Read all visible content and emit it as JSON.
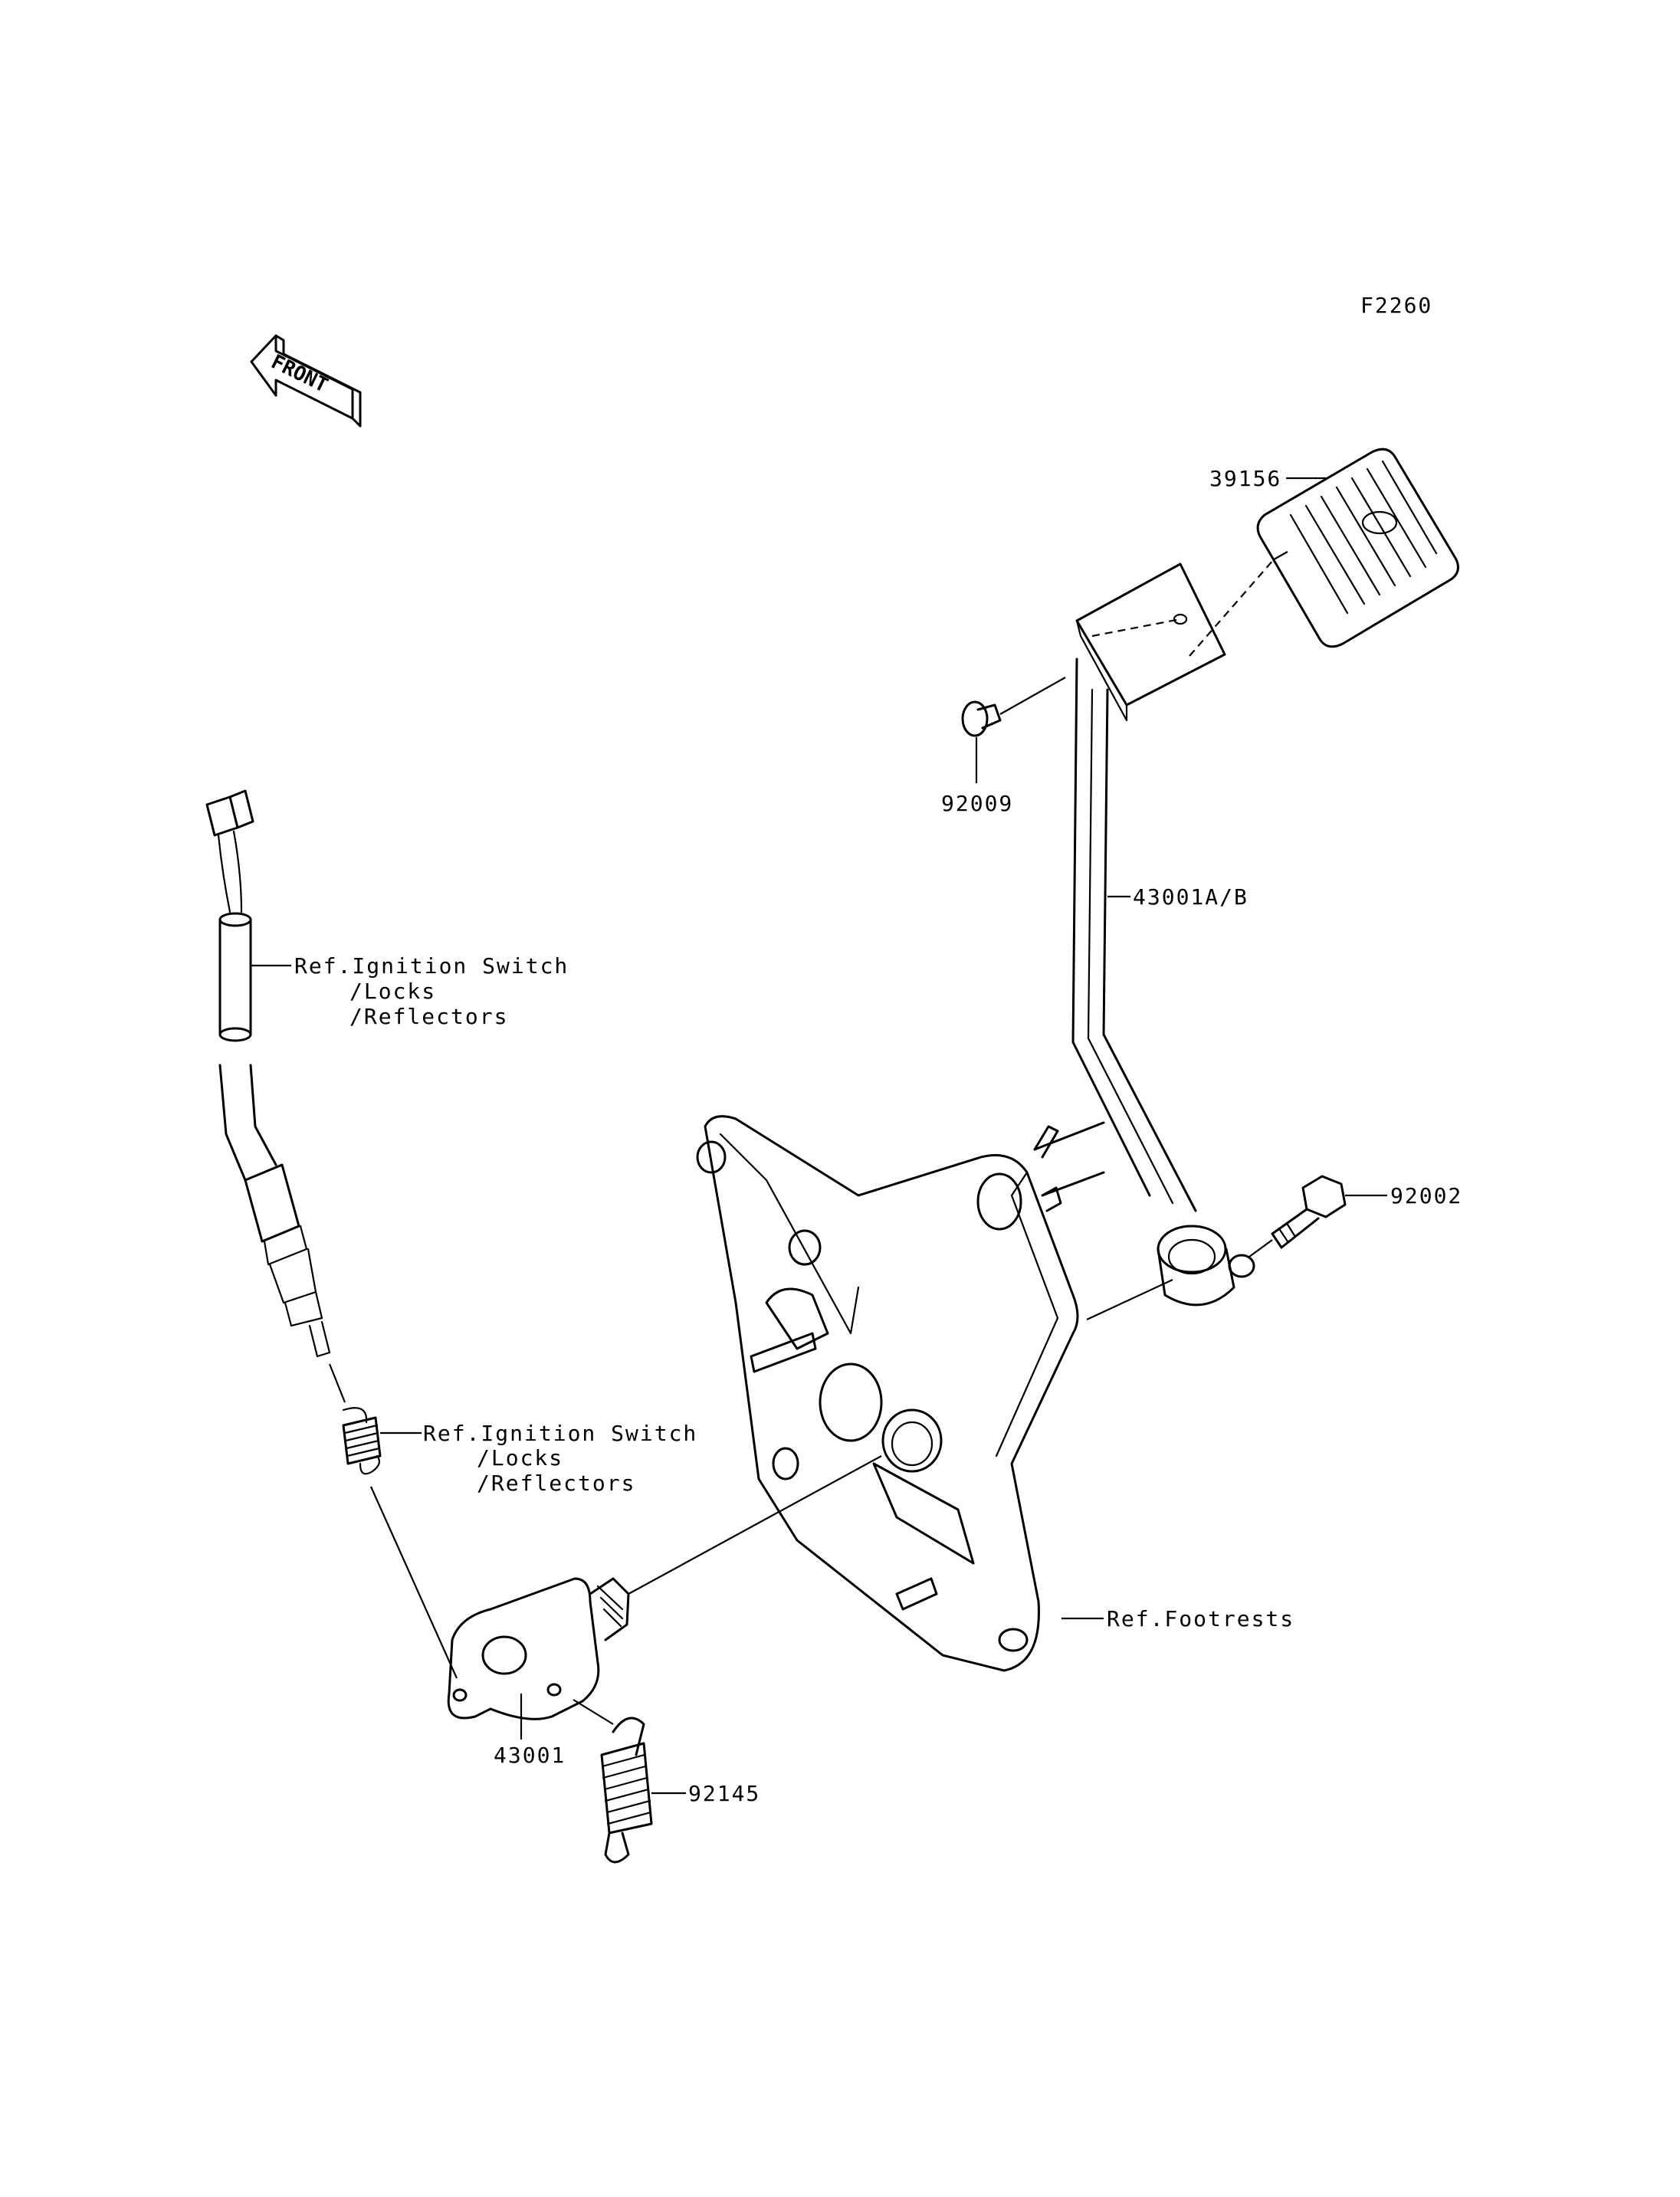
{
  "figure_code": "F2260",
  "front_arrow": {
    "label": "FRONT",
    "icon": "front-direction-arrow-icon"
  },
  "parts": {
    "pedal_rubber": "39156",
    "washer": "92009",
    "brake_pedal": "43001A/B",
    "bolt": "92002",
    "lever": "43001",
    "spring": "92145"
  },
  "references": {
    "ignition_switch_upper": [
      "Ref.Ignition Switch",
      "/Locks",
      "/Reflectors"
    ],
    "ignition_switch_lower": [
      "Ref.Ignition Switch",
      "/Locks",
      "/Reflectors"
    ],
    "footrests": "Ref.Footrests"
  }
}
